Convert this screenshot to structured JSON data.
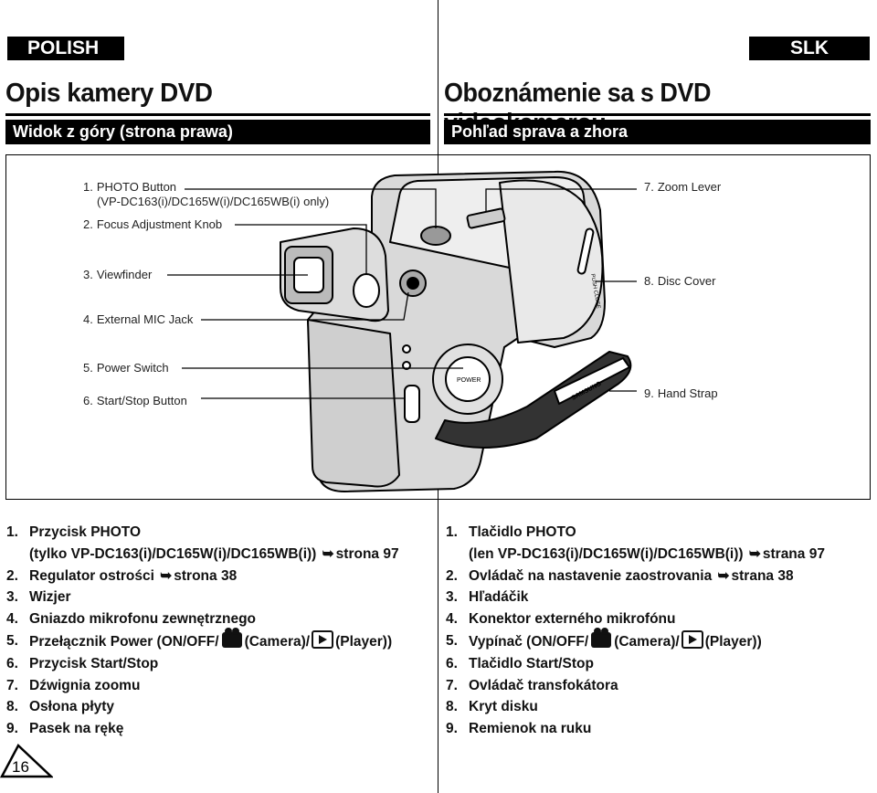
{
  "header": {
    "left_lang": "POLISH",
    "right_lang": "SLK",
    "left_title": "Opis kamery DVD",
    "right_title": "Oboznámenie sa s DVD videokamerou",
    "left_subtitle": "Widok z góry (strona prawa)",
    "right_subtitle": "Pohľad sprava a zhora"
  },
  "diagram": {
    "labels": [
      {
        "num": "1.",
        "text": "PHOTO Button",
        "text2": "(VP-DC163(i)/DC165W(i)/DC165WB(i) only)"
      },
      {
        "num": "2.",
        "text": "Focus Adjustment Knob"
      },
      {
        "num": "3.",
        "text": "Viewfinder"
      },
      {
        "num": "4.",
        "text": "External MIC Jack"
      },
      {
        "num": "5.",
        "text": "Power Switch"
      },
      {
        "num": "6.",
        "text": "Start/Stop Button"
      },
      {
        "num": "7.",
        "text": "Zoom Lever"
      },
      {
        "num": "8.",
        "text": "Disc Cover"
      },
      {
        "num": "9.",
        "text": "Hand Strap"
      }
    ],
    "device_text": {
      "power": "POWER",
      "push_close": "PUSH CLOSE",
      "brand": "SAMSUNG"
    }
  },
  "list_pl": [
    {
      "n": "1.",
      "a": "Przycisk PHOTO",
      "b": "(tylko VP-DC163(i)/DC165W(i)/DC165WB(i))",
      "ref": "strona 97"
    },
    {
      "n": "2.",
      "a": "Regulator ostrości",
      "ref": "strona 38"
    },
    {
      "n": "3.",
      "a": "Wizjer"
    },
    {
      "n": "4.",
      "a": "Gniazdo mikrofonu zewnętrznego"
    },
    {
      "n": "5.",
      "a": "Przełącznik Power (ON/OFF/",
      "cam": "(Camera)/",
      "play": "(Player))"
    },
    {
      "n": "6.",
      "a": "Przycisk Start/Stop"
    },
    {
      "n": "7.",
      "a": "Dźwignia zoomu"
    },
    {
      "n": "8.",
      "a": "Osłona płyty"
    },
    {
      "n": "9.",
      "a": "Pasek na rękę"
    }
  ],
  "list_sk": [
    {
      "n": "1.",
      "a": "Tlačidlo PHOTO",
      "b": "(len VP-DC163(i)/DC165W(i)/DC165WB(i))",
      "ref": "strana 97"
    },
    {
      "n": "2.",
      "a": "Ovládač na nastavenie zaostrovania",
      "ref": "strana 38"
    },
    {
      "n": "3.",
      "a": "Hľadáčik"
    },
    {
      "n": "4.",
      "a": "Konektor externého mikrofónu"
    },
    {
      "n": "5.",
      "a": "Vypínač (ON/OFF/",
      "cam": "(Camera)/",
      "play": "(Player))"
    },
    {
      "n": "6.",
      "a": "Tlačidlo Start/Stop"
    },
    {
      "n": "7.",
      "a": "Ovládač transfokátora"
    },
    {
      "n": "8.",
      "a": "Kryt disku"
    },
    {
      "n": "9.",
      "a": "Remienok na ruku"
    }
  ],
  "footer": {
    "page_number": "16"
  },
  "colors": {
    "ink": "#000000",
    "paper": "#ffffff",
    "device_fill": "#d9d9d9"
  }
}
